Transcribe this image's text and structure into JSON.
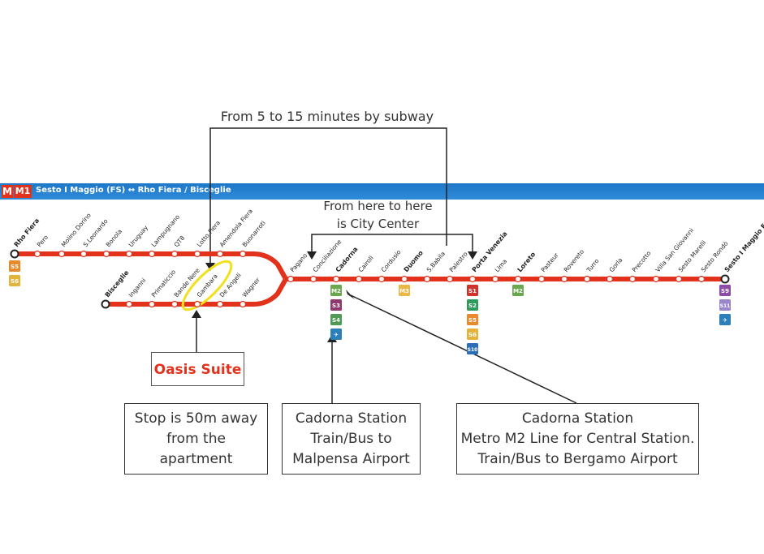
{
  "header": {
    "logo": "M",
    "line": "M1",
    "route": "Sesto I Maggio (FS) ↔ Rho Fiera / Bisceglie",
    "bar_color": "#2f8ad8",
    "line_color": "#e3321c"
  },
  "labels": {
    "subway_time": "From 5 to 15 minutes by subway",
    "city_center_line1": "From here to here",
    "city_center_line2": "is City Center",
    "oasis": "Oasis Suite"
  },
  "callouts": {
    "stop": [
      "Stop is 50m away",
      "from the",
      "apartment"
    ],
    "cadorna_malpensa": [
      "Cadorna Station",
      "Train/Bus to",
      "Malpensa Airport"
    ],
    "cadorna_bergamo": [
      "Cadorna Station",
      "Metro M2 Line for Central Station.",
      "Train/Bus to Bergamo Airport"
    ]
  },
  "stations": {
    "upper_branch": [
      "Rho Fiera",
      "Pero",
      "Molino Dorino",
      "S.Leonardo",
      "Bonola",
      "Uruguay",
      "Lampugnano",
      "QT8",
      "Lotto Fiera",
      "Amendola Fiera",
      "Buonarroti"
    ],
    "lower_branch": [
      "Bisceglie",
      "Inganni",
      "Primaticcio",
      "Bande Nere",
      "Gambara",
      "De Angeli",
      "Wagner"
    ],
    "trunk": [
      "Pagano",
      "Conciliazione",
      "Cadorna",
      "Cairoli",
      "Cordusio",
      "Duomo",
      "S.Babila",
      "Palestro",
      "Porta Venezia",
      "Lima",
      "Loreto",
      "Pasteur",
      "Rovereto",
      "Turro",
      "Gorla",
      "Precotto",
      "Villa San Giovanni",
      "Sesto Marelli",
      "Sesto Rondò",
      "Sesto I Maggio FS"
    ]
  },
  "interchanges": {
    "rho_fiera": [
      "S5",
      "S6"
    ],
    "cadorna": [
      "M2",
      "S3",
      "S4",
      "✈"
    ],
    "duomo": [
      "M3"
    ],
    "porta_venezia": [
      "S1",
      "S2",
      "S5",
      "S6",
      "S10"
    ],
    "loreto": [
      "M2"
    ],
    "sesto": [
      "S9",
      "S11",
      "✈"
    ]
  },
  "badge_colors": {
    "S5": "#e88a2c",
    "S6": "#e3b33c",
    "M2": "#6aa84f",
    "S3": "#8e3a6e",
    "S4": "#4f9a55",
    "M3": "#e9b944",
    "S1": "#d1322b",
    "S2": "#2f9a5c",
    "S10": "#2b6fb5",
    "S9": "#8e4ba7",
    "S11": "#9a86c9",
    "✈": "#2c7fb8"
  }
}
